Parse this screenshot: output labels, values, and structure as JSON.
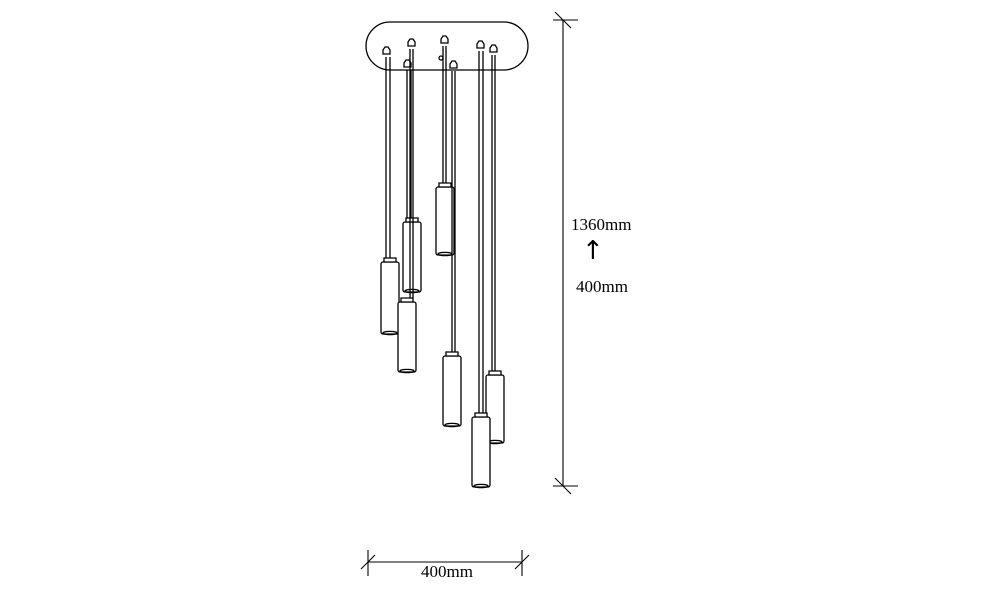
{
  "dimensions": {
    "height_max": "1360mm",
    "height_min": "400mm",
    "height_arrow_icon": "arrow-up-icon",
    "width": "400mm"
  },
  "fixture": {
    "pendant_count": 7
  },
  "colors": {
    "line": "#000000",
    "background": "#ffffff"
  }
}
